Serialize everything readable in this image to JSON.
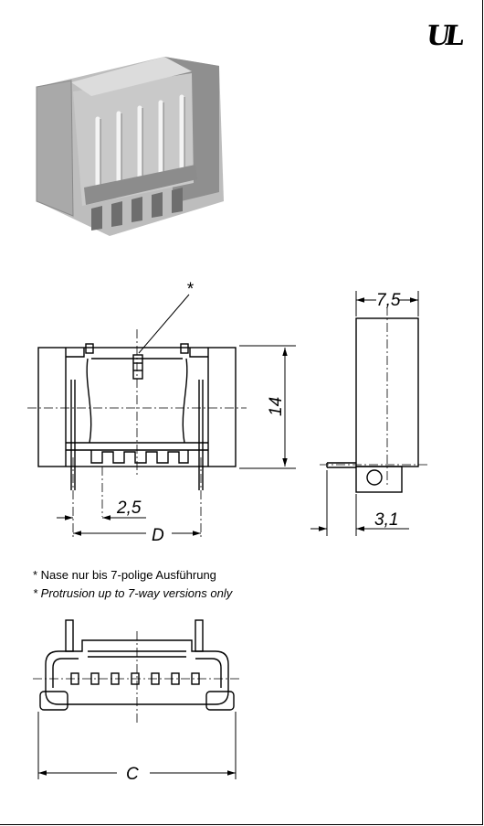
{
  "certification": {
    "mark": "UL",
    "icon": "ul-recognized-component-icon"
  },
  "dimensions": {
    "width_side": "7,5",
    "height": "14",
    "pitch": "2,5",
    "length_d": "D",
    "pin_offset": "3,1",
    "overall_c": "C"
  },
  "footnote": {
    "marker": "*",
    "german": "* Nase nur bis 7-polige Ausführung",
    "english": "* Protrusion up to 7-way versions only"
  }
}
